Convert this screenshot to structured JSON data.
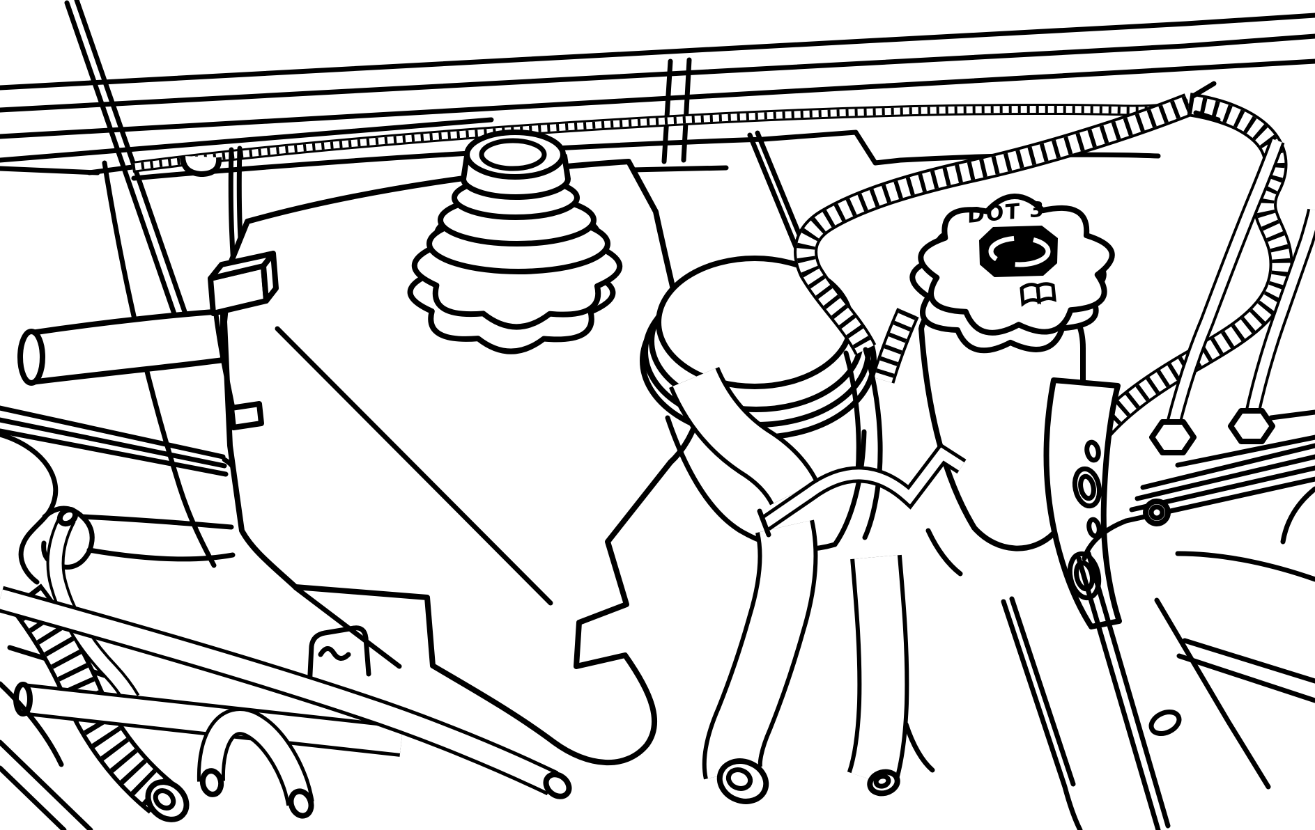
{
  "diagram": {
    "background_color": "#ffffff",
    "line_color": "#000000",
    "labels": {
      "brake_cap_marking": "DOT 3"
    },
    "icons": [
      "open-book-icon"
    ],
    "components": [
      "cowl-panel",
      "wiring-harness",
      "corrugated-conduit",
      "coolant-surge-tank",
      "surge-tank-pressure-cap",
      "power-steering-reservoir-cap",
      "brake-master-cylinder-reservoir",
      "brake-reservoir-cap",
      "brake-pipe-fittings",
      "mounting-bracket",
      "spring-hose-clamp",
      "coolant-hoses"
    ]
  }
}
